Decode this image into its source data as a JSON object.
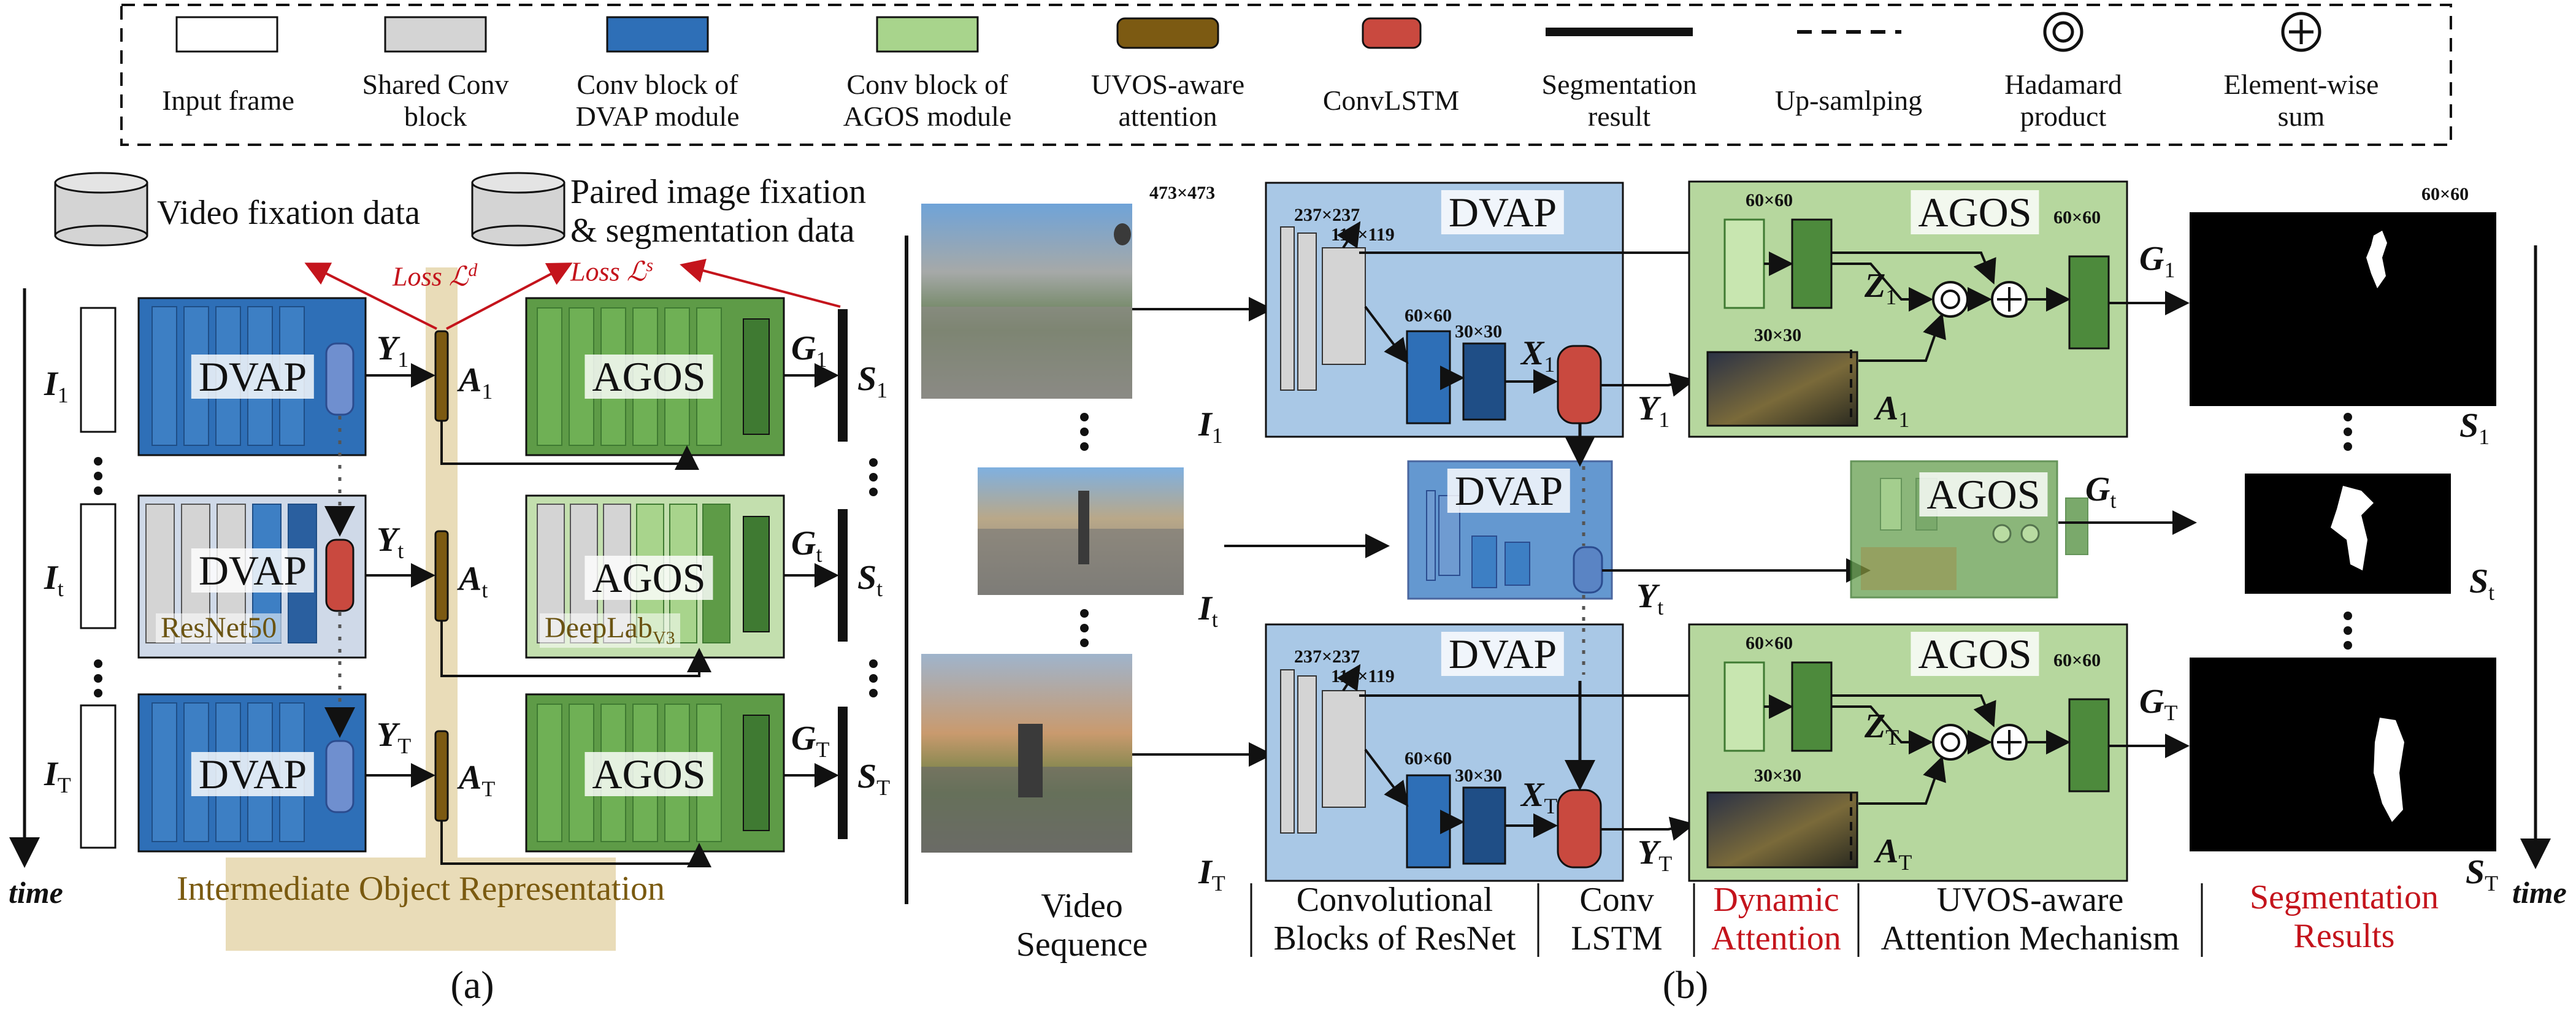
{
  "legend": {
    "input_frame": "Input frame",
    "shared_conv_block": "Shared Conv\nblock",
    "conv_block_dvap": "Conv block of\nDVAP module",
    "conv_block_agos": "Conv block of\nAGOS module",
    "uvos_aware_attention": "UVOS-aware\nattention",
    "convlstm": "ConvLSTM",
    "segmentation_result": "Segmentation\nresult",
    "upsampling": "Up-samlping",
    "hadamard_product": "Hadamard\nproduct",
    "element_wise_sum": "Element-wise\nsum"
  },
  "panel_a": {
    "video_fixation_data": "Video fixation data",
    "paired_data": "Paired image fixation\n& segmentation data",
    "loss_d": "Loss ℒ",
    "loss_d_sup": "d",
    "loss_s": "Loss ℒ",
    "loss_s_sup": "s",
    "time": "time",
    "dvap": "DVAP",
    "agos": "AGOS",
    "resnet50": "ResNet50",
    "deeplab": "DeepLab",
    "deeplab_sub": "V3",
    "intermediate_representation": "Intermediate Object\nRepresentation",
    "caption": "(a)",
    "rows": [
      {
        "I": "I",
        "Y": "Y",
        "A": "A",
        "G": "G",
        "S": "S",
        "sub": "1"
      },
      {
        "I": "I",
        "Y": "Y",
        "A": "A",
        "G": "G",
        "S": "S",
        "sub": "t"
      },
      {
        "I": "I",
        "Y": "Y",
        "A": "A",
        "G": "G",
        "S": "S",
        "sub": "T"
      }
    ]
  },
  "panel_b": {
    "dvap": "DVAP",
    "agos": "AGOS",
    "dim_473": "473×473",
    "dim_237": "237×237",
    "dim_119": "119×119",
    "dim_60": "60×60",
    "dim_30": "30×30",
    "time": "time",
    "caption": "(b)",
    "var_X": "X",
    "var_Y": "Y",
    "var_Z": "Z",
    "var_A": "A",
    "var_G": "G",
    "var_S": "S",
    "var_I": "I",
    "sub_1": "1",
    "sub_t": "t",
    "sub_T": "T",
    "bottom_labels": {
      "video_sequence": "Video\nSequence",
      "conv_blocks_resnet": "Convolutional\nBlocks of ResNet",
      "conv_lstm": "Conv\nLSTM",
      "dynamic_attention": "Dynamic\nAttention",
      "uvos_mechanism": "UVOS-aware\nAttention Mechanism",
      "segmentation_results": "Segmentation\nResults"
    }
  },
  "colors": {
    "dvap_blue": "#2e6fb7",
    "dvap_bg": "#a9c8e6",
    "agos_green": "#3f7a32",
    "agos_bg": "#b6d79e",
    "attention_gold": "#7c5a12",
    "convlstm_red": "#c9493f",
    "loss_red": "#c4141c",
    "intermediate_beige": "#e9dcb8"
  }
}
